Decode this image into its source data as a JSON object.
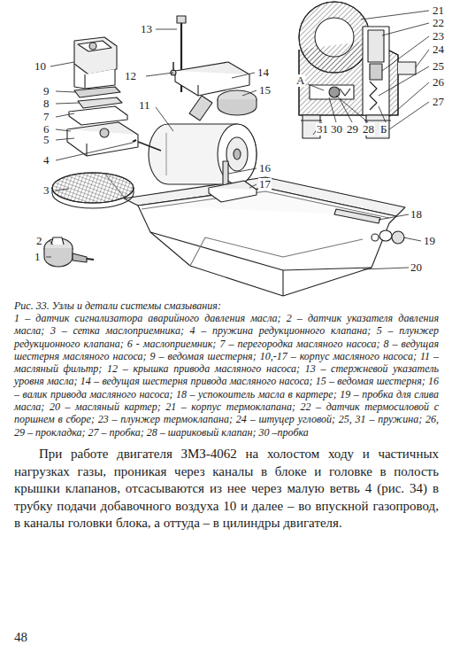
{
  "diagram": {
    "caption": "Рис. 33. Узлы и детали системы смазывания:",
    "labels": [
      "13",
      "21",
      "22",
      "23",
      "24",
      "10",
      "12",
      "14",
      "25",
      "15",
      "26",
      "А",
      "9",
      "8",
      "7",
      "27",
      "11",
      "6",
      "5",
      "31",
      "30",
      "29",
      "28",
      "Б",
      "4",
      "16",
      "17",
      "3",
      "18",
      "2",
      "19",
      "1",
      "20",
      "1 – датчик сигнализатора аварийного давления масла; 2 – датчик указателя давления масла; 3 – сетка маслоприемника; 4 – пружина редукционного клапана; 5 – плунжер редукционного клапана; 6 - маслоприемник; 7 – перегородка масляного насоса; 8 – ведущая шестерня масляного насоса; 9 – ведомая шестерня; 10,-17 – корпус масляного насоса; 11 – масляный фильтр; 12 – крышка привода масляного насоса; 13 – стержневой указатель уровня масла; 14 – ведущая шестерня привода масляного насоса; 15 – ведомая шестерня; 16 – валик привода масляного насоса; 18 – успокоитель масла в картере; 19 – пробка для слива масла; 20 – масляный картер; 21 – корпус термоклапана; 22 – датчик термосиловой с поршнем в сборе; 23 – плунжер термоклапана; 24 – штуцер угловой; 25, 31 – пружина; 26, 29 – прокладка; 27 – пробка; 28 – шариковый клапан; 30 –пробка",
      "При работе двигателя ЗМЗ-4062 на холостом ходу и частичных нагрузках газы, проникая через каналы в блоке и головке в полость крышки клапанов, отсасываются из нее через малую ветвь 4 (рис. 34) в трубку подачи добавочного воздуха 10 и далее – во впускной газопровод, в каналы головки блока, а оттуда – в цилиндры двигателя.",
      "48"
    ]
  }
}
